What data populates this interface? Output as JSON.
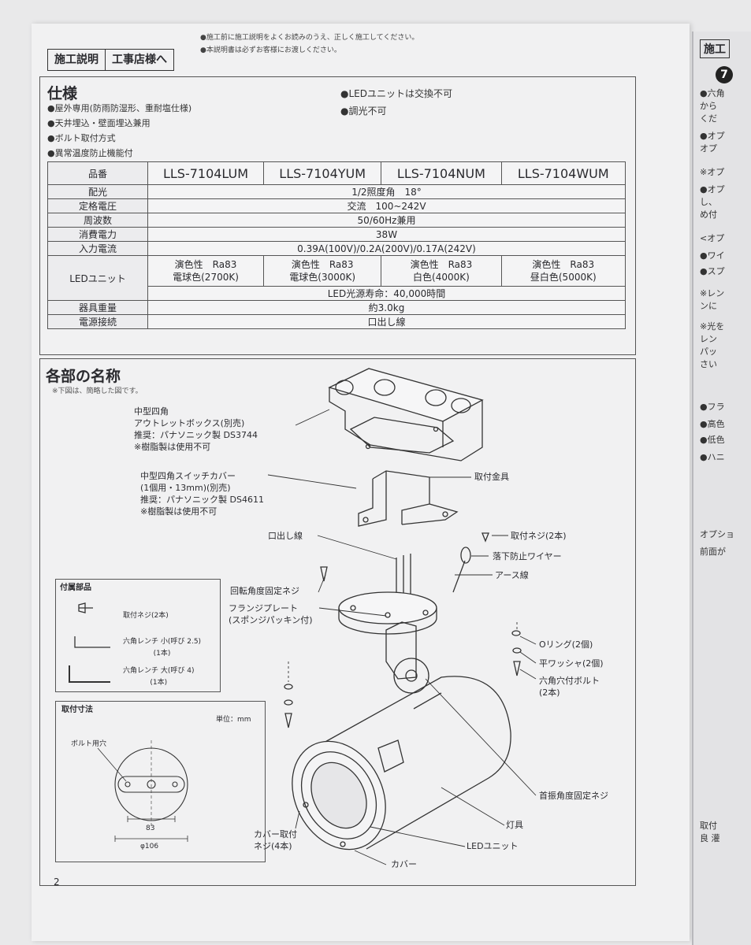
{
  "header": {
    "tab1": "施工説明",
    "tab2": "工事店様へ",
    "note1": "●施工前に施工説明をよくお読みのうえ、正しく施工してください。",
    "note2": "●本説明書は必ずお客様にお渡しください。"
  },
  "spec": {
    "title": "仕様",
    "bullets_left": [
      "●屋外専用(防雨防湿形、重耐塩仕様)",
      "●天井埋込・壁面埋込兼用",
      "●ボルト取付方式",
      "●異常温度防止機能付"
    ],
    "bullets_right": [
      "●LEDユニットは交換不可",
      "●調光不可"
    ],
    "table": {
      "label_model": "品番",
      "models": [
        "LLS-7104LUM",
        "LLS-7104YUM",
        "LLS-7104NUM",
        "LLS-7104WUM"
      ],
      "rows": [
        {
          "label": "配光",
          "value": "1/2照度角　18°"
        },
        {
          "label": "定格電圧",
          "value": "交流　100~242V"
        },
        {
          "label": "周波数",
          "value": "50/60Hz兼用"
        },
        {
          "label": "消費電力",
          "value": "38W"
        },
        {
          "label": "入力電流",
          "value": "0.39A(100V)/0.2A(200V)/0.17A(242V)"
        }
      ],
      "led_label": "LEDユニット",
      "led_units": [
        {
          "l1": "演色性　Ra83",
          "l2": "電球色(2700K)"
        },
        {
          "l1": "演色性　Ra83",
          "l2": "電球色(3000K)"
        },
        {
          "l1": "演色性　Ra83",
          "l2": "白色(4000K)"
        },
        {
          "l1": "演色性　Ra83",
          "l2": "昼白色(5000K)"
        }
      ],
      "led_life": "LED光源寿命：40,000時間",
      "rows2": [
        {
          "label": "器具重量",
          "value": "約3.0kg"
        },
        {
          "label": "電源接続",
          "value": "口出し線"
        }
      ]
    }
  },
  "parts": {
    "title": "各部の名称",
    "note": "※下図は、簡略した図です。",
    "labels": {
      "outlet_box": [
        "中型四角",
        "アウトレットボックス(別売)",
        "推奨：パナソニック製 DS3744",
        "※樹脂製は使用不可"
      ],
      "switch_cover": [
        "中型四角スイッチカバー",
        "(1個用・13mm)(別売)",
        "推奨：パナソニック製 DS4611",
        "※樹脂製は使用不可"
      ],
      "bracket": "取付金具",
      "screws_2": "取付ネジ(2本)",
      "lead_wire": "口出し線",
      "drop_wire": "落下防止ワイヤー",
      "earth": "アース線",
      "rot_screw": "回転角度固定ネジ",
      "flange": [
        "フランジプレート",
        "(スポンジパッキン付)"
      ],
      "oring": "Oリング(2個)",
      "washer": "平ワッシャ(2個)",
      "hex_bolt": [
        "六角穴付ボルト",
        "(2本)"
      ],
      "swing_screw": "首振角度固定ネジ",
      "body": "灯具",
      "led_unit": "LEDユニット",
      "cover_screw": [
        "カバー取付",
        "ネジ(4本)"
      ],
      "cover": "カバー"
    },
    "accessories": {
      "title": "付属部品",
      "items": [
        {
          "l1": "取付ネジ(2本)",
          "l2": ""
        },
        {
          "l1": "六角レンチ 小(呼び 2.5)",
          "l2": "(1本)"
        },
        {
          "l1": "六角レンチ 大(呼び 4)",
          "l2": "(1本)"
        }
      ]
    },
    "dims": {
      "title": "取付寸法",
      "unit": "単位：mm",
      "bolt_hole": "ボルト用穴",
      "d1": "83",
      "d2": "φ106"
    }
  },
  "page_number": "2",
  "next_page": {
    "header": "施工",
    "step": "7",
    "fragments": [
      "●六角",
      "から",
      "くだ",
      "●オプ",
      "オプ",
      "※オプ",
      "●オプ",
      "し、",
      "め付",
      "<オプ",
      "●ワイ",
      "●スプ",
      "※レン",
      "ンに",
      "※光を",
      "レン",
      "パッ",
      "さい",
      "●フラ",
      "●高色",
      "●低色",
      "●ハニ",
      "オプショ",
      "前面が",
      "取付",
      "良 灌"
    ]
  }
}
